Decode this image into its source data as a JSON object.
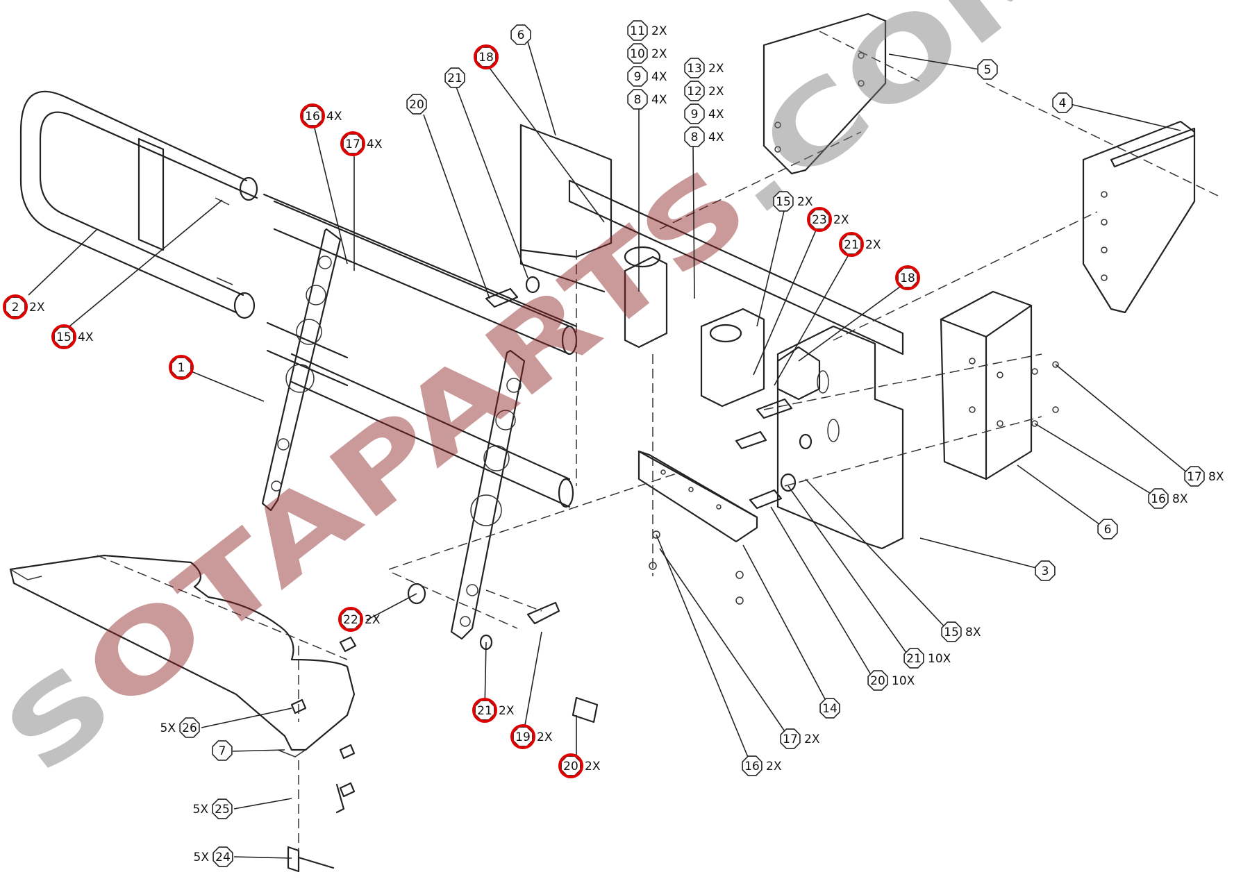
{
  "watermark": {
    "text": "SOTAPARTS.COM"
  },
  "colors": {
    "highlight": "#e00000",
    "line": "#222222",
    "watermark_red": "#8c1e1e",
    "watermark_gray": "#777777"
  },
  "callouts": [
    {
      "num": "1",
      "qty": "",
      "hl": true
    },
    {
      "num": "2",
      "qty": "2X",
      "hl": true
    },
    {
      "num": "15",
      "qty": "4X",
      "hl": true
    },
    {
      "num": "16",
      "qty": "4X",
      "hl": true
    },
    {
      "num": "17",
      "qty": "4X",
      "hl": true
    },
    {
      "num": "18",
      "qty": "",
      "hl": true
    },
    {
      "num": "6",
      "qty": "",
      "hl": false
    },
    {
      "num": "21",
      "qty": "",
      "hl": false
    },
    {
      "num": "20",
      "qty": "",
      "hl": false
    },
    {
      "num": "11",
      "qty": "2X",
      "hl": false
    },
    {
      "num": "10",
      "qty": "2X",
      "hl": false
    },
    {
      "num": "9",
      "qty": "4X",
      "hl": false
    },
    {
      "num": "8",
      "qty": "4X",
      "hl": false
    },
    {
      "num": "13",
      "qty": "2X",
      "hl": false
    },
    {
      "num": "12",
      "qty": "2X",
      "hl": false
    },
    {
      "num": "9",
      "qty": "4X",
      "hl": false
    },
    {
      "num": "8",
      "qty": "4X",
      "hl": false
    },
    {
      "num": "5",
      "qty": "",
      "hl": false
    },
    {
      "num": "4",
      "qty": "",
      "hl": false
    },
    {
      "num": "15",
      "qty": "2X",
      "hl": false
    },
    {
      "num": "23",
      "qty": "2X",
      "hl": true
    },
    {
      "num": "21",
      "qty": "2X",
      "hl": true
    },
    {
      "num": "18",
      "qty": "",
      "hl": true
    },
    {
      "num": "17",
      "qty": "8X",
      "hl": false
    },
    {
      "num": "16",
      "qty": "8X",
      "hl": false
    },
    {
      "num": "6",
      "qty": "",
      "hl": false
    },
    {
      "num": "3",
      "qty": "",
      "hl": false
    },
    {
      "num": "15",
      "qty": "8X",
      "hl": false
    },
    {
      "num": "21",
      "qty": "10X",
      "hl": false
    },
    {
      "num": "20",
      "qty": "10X",
      "hl": false
    },
    {
      "num": "14",
      "qty": "",
      "hl": false
    },
    {
      "num": "17",
      "qty": "2X",
      "hl": false
    },
    {
      "num": "16",
      "qty": "2X",
      "hl": false
    },
    {
      "num": "22",
      "qty": "2X",
      "hl": true
    },
    {
      "num": "21",
      "qty": "2X",
      "hl": true
    },
    {
      "num": "19",
      "qty": "2X",
      "hl": true
    },
    {
      "num": "20",
      "qty": "2X",
      "hl": true
    },
    {
      "num": "26",
      "qty": "5X",
      "hl": false
    },
    {
      "num": "7",
      "qty": "",
      "hl": false
    },
    {
      "num": "25",
      "qty": "5X",
      "hl": false
    },
    {
      "num": "24",
      "qty": "5X",
      "hl": false
    }
  ]
}
